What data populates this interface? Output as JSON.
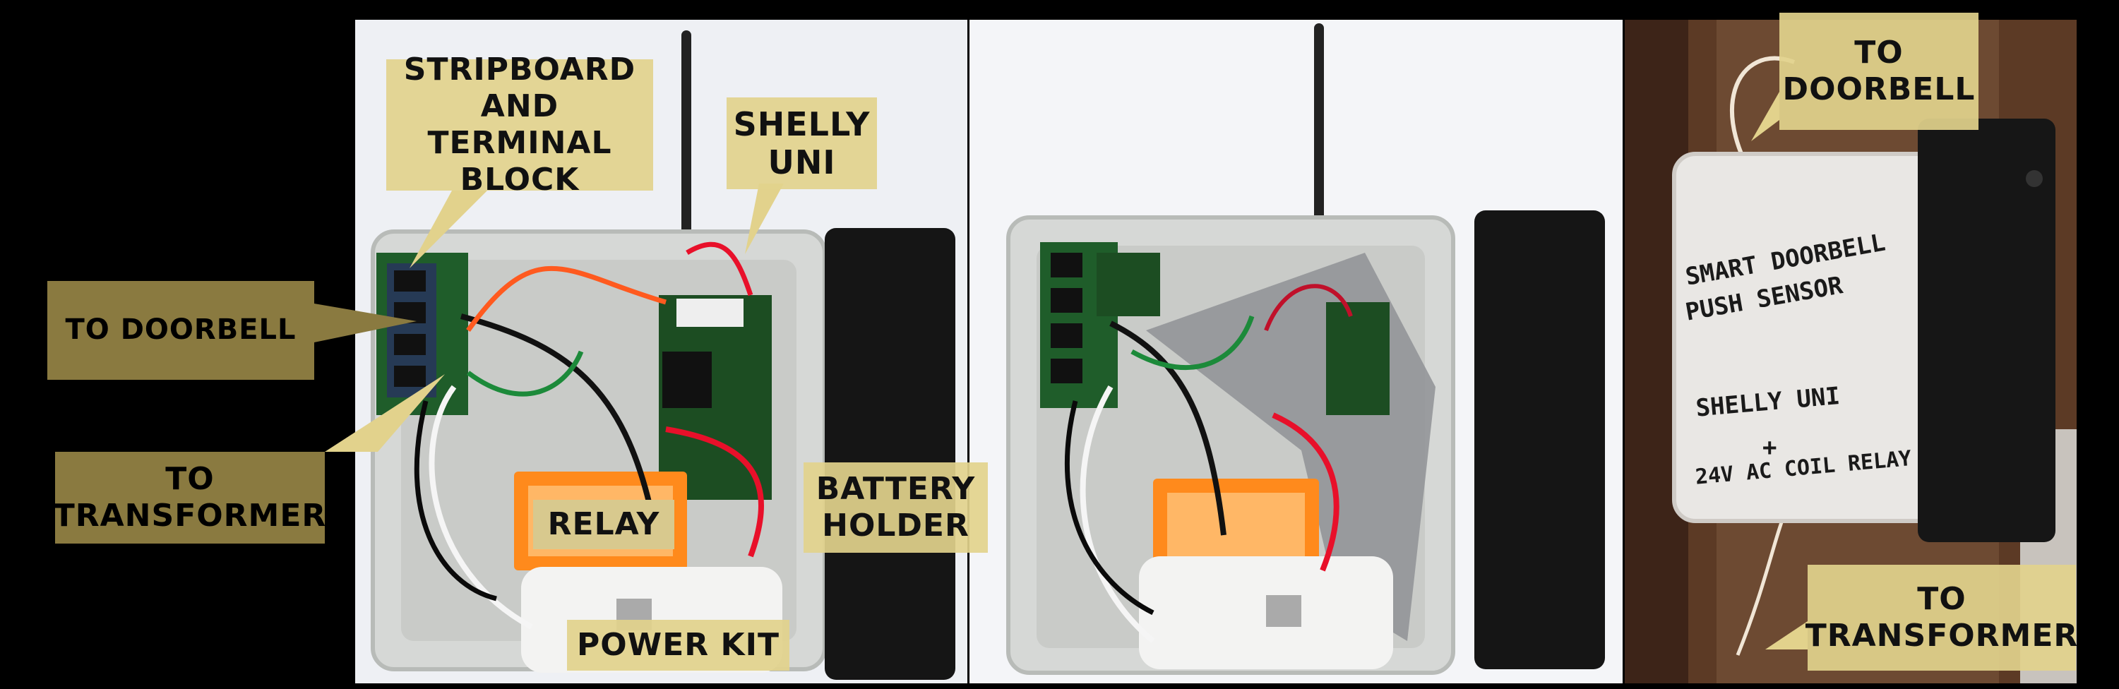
{
  "labels": {
    "stripboard": "STRIPBOARD\nAND TERMINAL\nBLOCK",
    "shelly_uni": "SHELLY\nUNI",
    "to_doorbell_left": "TO DOORBELL",
    "to_transformer_left": "TO\nTRANSFORMER",
    "relay": "RELAY",
    "battery_holder": "BATTERY\nHOLDER",
    "power_kit": "POWER KIT",
    "to_doorbell_right": "TO\nDOORBELL",
    "to_transformer_right": "TO\nTRANSFORMER"
  },
  "handwritten_note": {
    "line1": "SMART DOORBELL",
    "line2": "PUSH SENSOR",
    "line3": "SHELLY UNI",
    "line4": "+",
    "line5": "24V AC COIL RELAY"
  },
  "colors": {
    "label_light": "#e2d28c",
    "label_dark": "#8a7a40",
    "background": "#000000"
  }
}
